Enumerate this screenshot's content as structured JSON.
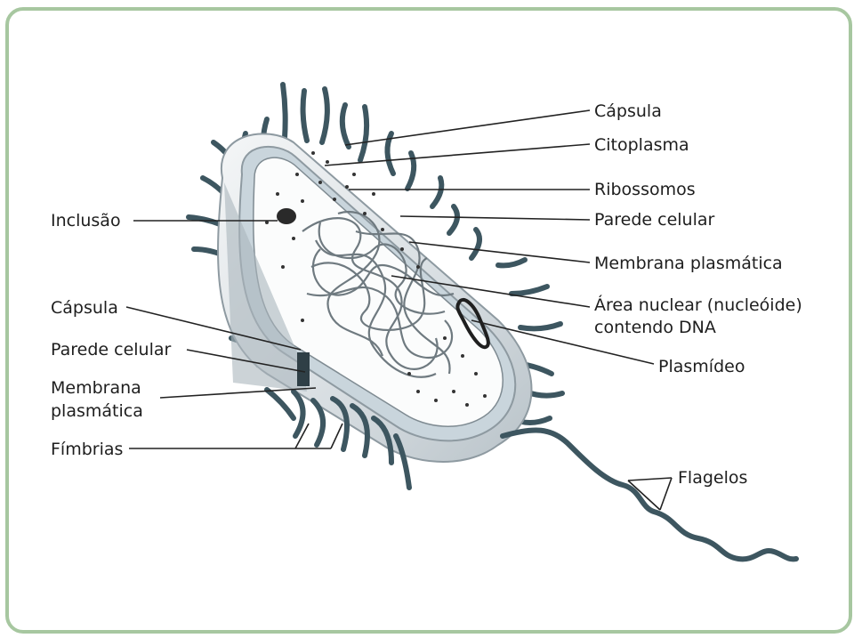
{
  "labels": {
    "capsula_right": "Cápsula",
    "citoplasma": "Citoplasma",
    "ribossomos": "Ribossomos",
    "inclusao": "Inclusão",
    "parede_celular_right": "Parede celular",
    "membrana_plasmatica_right": "Membrana plasmática",
    "area_nuclear_line1": "Área nuclear (nucleóide)",
    "area_nuclear_line2": "contendo DNA",
    "capsula_left": "Cápsula",
    "parede_celular_left": "Parede celular",
    "membrana_left_line1": "Membrana",
    "membrana_left_line2": "plasmática",
    "plasmideo": "Plasmídeo",
    "fimbrias": "Fímbrias",
    "flagelos": "Flagelos"
  },
  "colors": {
    "frame_border": "#a7c7a0",
    "appendage": "#3d5660",
    "capsule_fill": "#e3e7ea",
    "wall_fill": "#c9d5dc",
    "leader_line": "#222222"
  }
}
